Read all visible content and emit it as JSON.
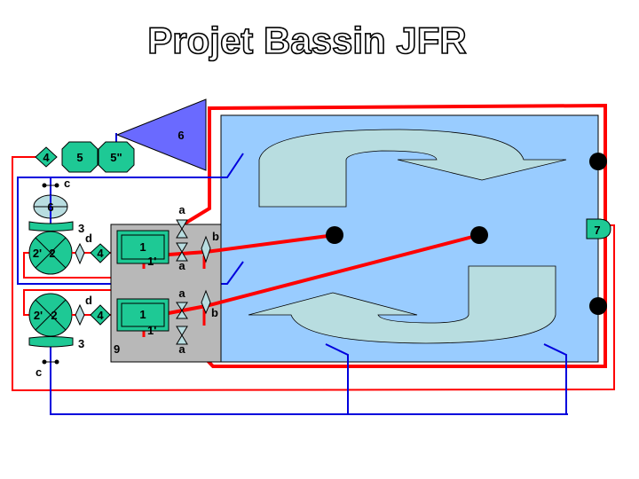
{
  "title": "Projet Bassin JFR",
  "colors": {
    "pool": "#99ccff",
    "component": "#1ec995",
    "arrow": "#b8dde0",
    "pipe_red": "#ff0000",
    "pipe_blue": "#0000dd",
    "cabinet": "#b8b8b8",
    "hopper": "#6a6aff"
  },
  "labels": {
    "hopper": "6",
    "diamond_top": "4",
    "octagon_5": "5",
    "octagon_5b": "5\"",
    "ellipse": "6",
    "c_top": "c",
    "c_bottom": "c",
    "bar_top": "3",
    "bar_bottom": "3",
    "pump_top_a": "2'",
    "pump_top_b": "2",
    "pump_bottom_a": "2'",
    "pump_bottom_b": "2",
    "d_top": "d",
    "d_bottom": "d",
    "diamond_mid_top": "4",
    "diamond_mid_bottom": "4",
    "filter_top": "1",
    "filter_bottom": "1",
    "filter_top_sub": "1'",
    "filter_bottom_sub": "1'",
    "a1": "a",
    "a2": "a",
    "a3": "a",
    "a4": "a",
    "b_top": "b",
    "b_bottom": "b",
    "cabinet": "9",
    "skimmer": "7"
  }
}
